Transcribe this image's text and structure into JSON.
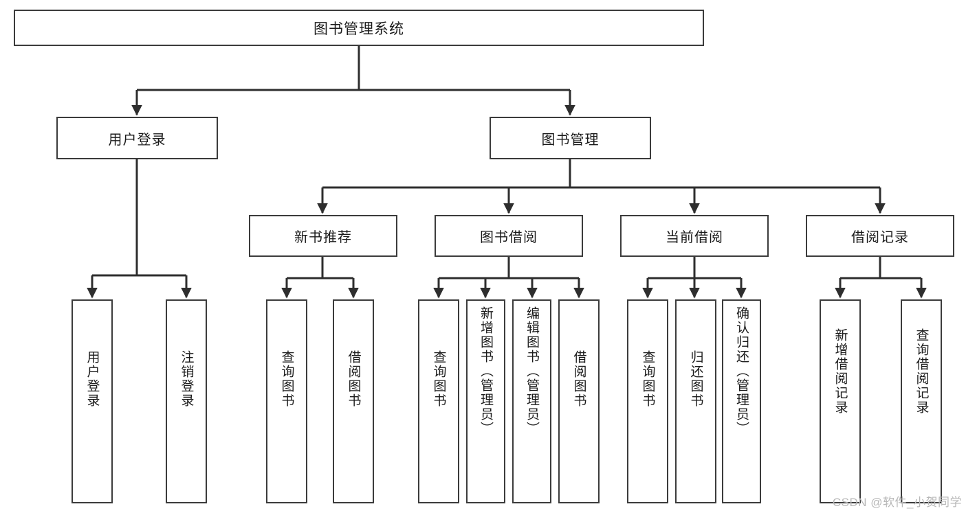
{
  "diagram": {
    "title": "图书管理系统",
    "watermark": "CSDN @软件_小贺同学",
    "colors": {
      "box_border": "#3b3b3b",
      "box_fill": "#ffffff",
      "connector": "#2e2e2e",
      "text": "#1a1a1a",
      "watermark": "#b8b8b8",
      "background": "#ffffff"
    },
    "root": {
      "label": "图书管理系统"
    },
    "level1": [
      {
        "label": "用户登录"
      },
      {
        "label": "图书管理"
      }
    ],
    "level2": [
      {
        "label": "新书推荐"
      },
      {
        "label": "图书借阅"
      },
      {
        "label": "当前借阅"
      },
      {
        "label": "借阅记录"
      }
    ],
    "leaves": {
      "user_login": [
        {
          "label": "用户登录"
        },
        {
          "label": "注销登录"
        }
      ],
      "new_book": [
        {
          "label": "查询图书"
        },
        {
          "label": "借阅图书"
        }
      ],
      "book_borrow": [
        {
          "label": "查询图书"
        },
        {
          "label": "新增图书（管理员）"
        },
        {
          "label": "编辑图书（管理员）"
        },
        {
          "label": "借阅图书"
        }
      ],
      "current_borrow": [
        {
          "label": "查询图书"
        },
        {
          "label": "归还图书"
        },
        {
          "label": "确认归还（管理员）"
        }
      ],
      "borrow_record": [
        {
          "label": "新增借阅记录"
        },
        {
          "label": "查询借阅记录"
        }
      ]
    }
  }
}
